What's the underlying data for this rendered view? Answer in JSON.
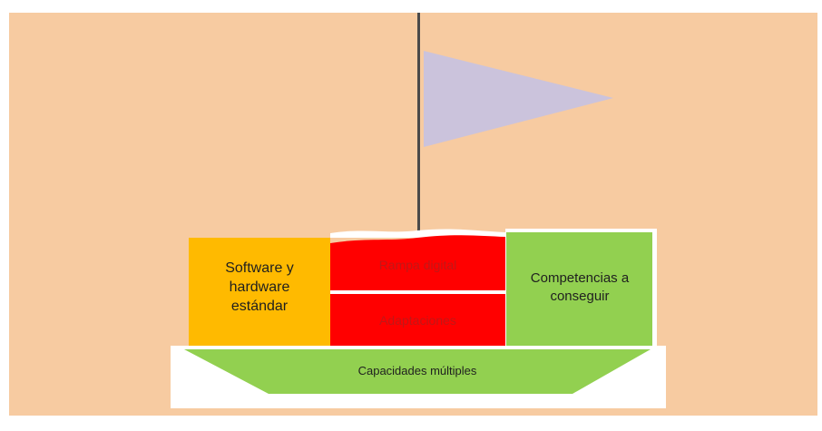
{
  "diagram": {
    "hull_label": "Capacidades múltiples",
    "left_box_label": "Software y hardware estándar",
    "top_center_label": "Rampa digital",
    "bottom_center_label": "Adaptaciones",
    "right_box_label": "Competencias a conseguir",
    "colors": {
      "background": "#f7cba1",
      "flag": "#cbc3dc",
      "mast": "#4a4a4a",
      "left_box": "#ffba00",
      "center_boxes": "#ff0000",
      "right_box": "#92d050",
      "hull": "#92d050",
      "hull_frame": "#ffffff"
    }
  }
}
